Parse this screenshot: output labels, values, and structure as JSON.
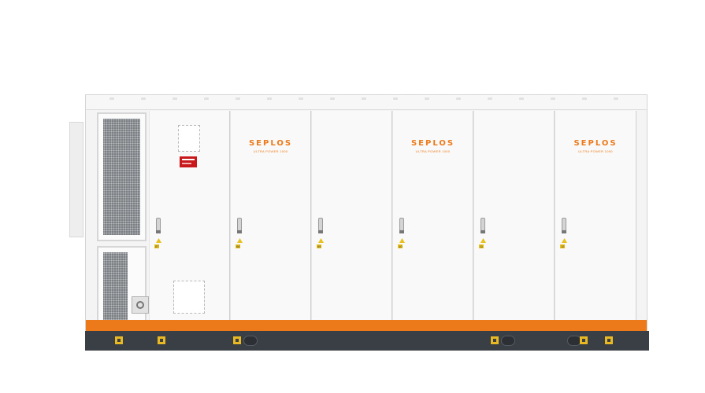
{
  "product": {
    "brand_name": "SEPLOS",
    "model_names": [
      "ULTRA POWER 1000",
      "ULTRA POWER 1000",
      "ULTRA POWER 1000"
    ]
  },
  "cabinets": [
    {
      "code": "07"
    },
    {
      "code": "08"
    },
    {
      "code": "09"
    },
    {
      "code": "10"
    },
    {
      "code": "11"
    },
    {
      "code": "12"
    }
  ],
  "colors": {
    "accent_orange": "#ec7a1a",
    "base_dark": "#3a3f45",
    "body_white": "#f9f9f9",
    "warning_yellow": "#e8c020",
    "label_red": "#c8181c"
  }
}
